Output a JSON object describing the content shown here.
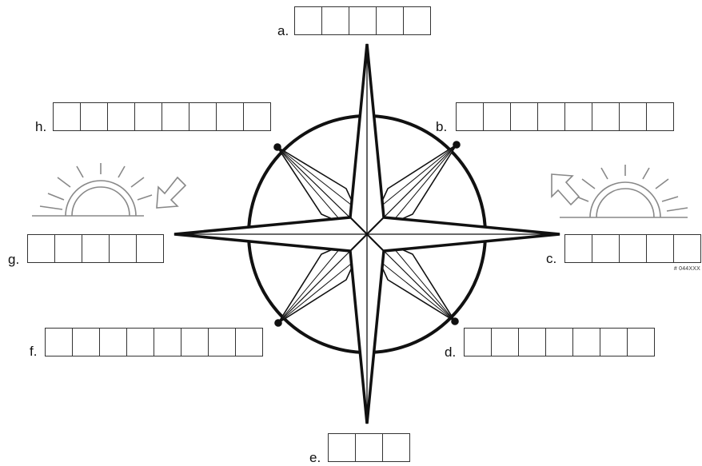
{
  "colors": {
    "ink": "#111111",
    "sun_ink": "#888888",
    "background": "#ffffff"
  },
  "labels": {
    "a": "a.",
    "b": "b.",
    "c": "c.",
    "d": "d.",
    "e": "e.",
    "f": "f.",
    "g": "g.",
    "h": "h."
  },
  "answer_boxes": {
    "a": 5,
    "b": 8,
    "c": 5,
    "d": 7,
    "e": 3,
    "f": 8,
    "g": 5,
    "h": 8
  },
  "icons": {
    "left_sun": "setting-sun-icon",
    "left_arrow": "down-arrow-icon",
    "right_sun": "rising-sun-icon",
    "right_arrow": "up-arrow-icon"
  },
  "watermark": "# 044XXX"
}
